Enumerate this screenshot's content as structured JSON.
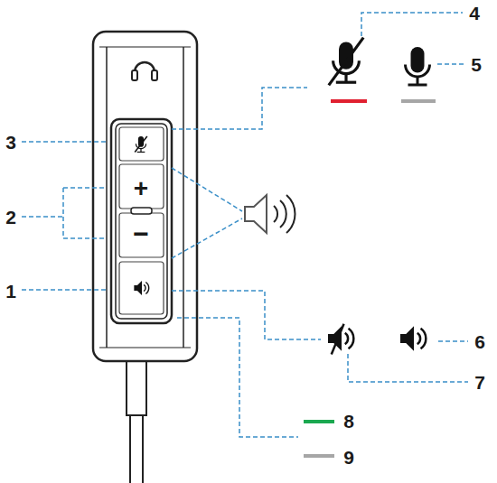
{
  "diagram": {
    "labels": [
      "4",
      "5",
      "3",
      "+",
      "2",
      "−",
      "1",
      "6",
      "7",
      "8",
      "9"
    ]
  }
}
